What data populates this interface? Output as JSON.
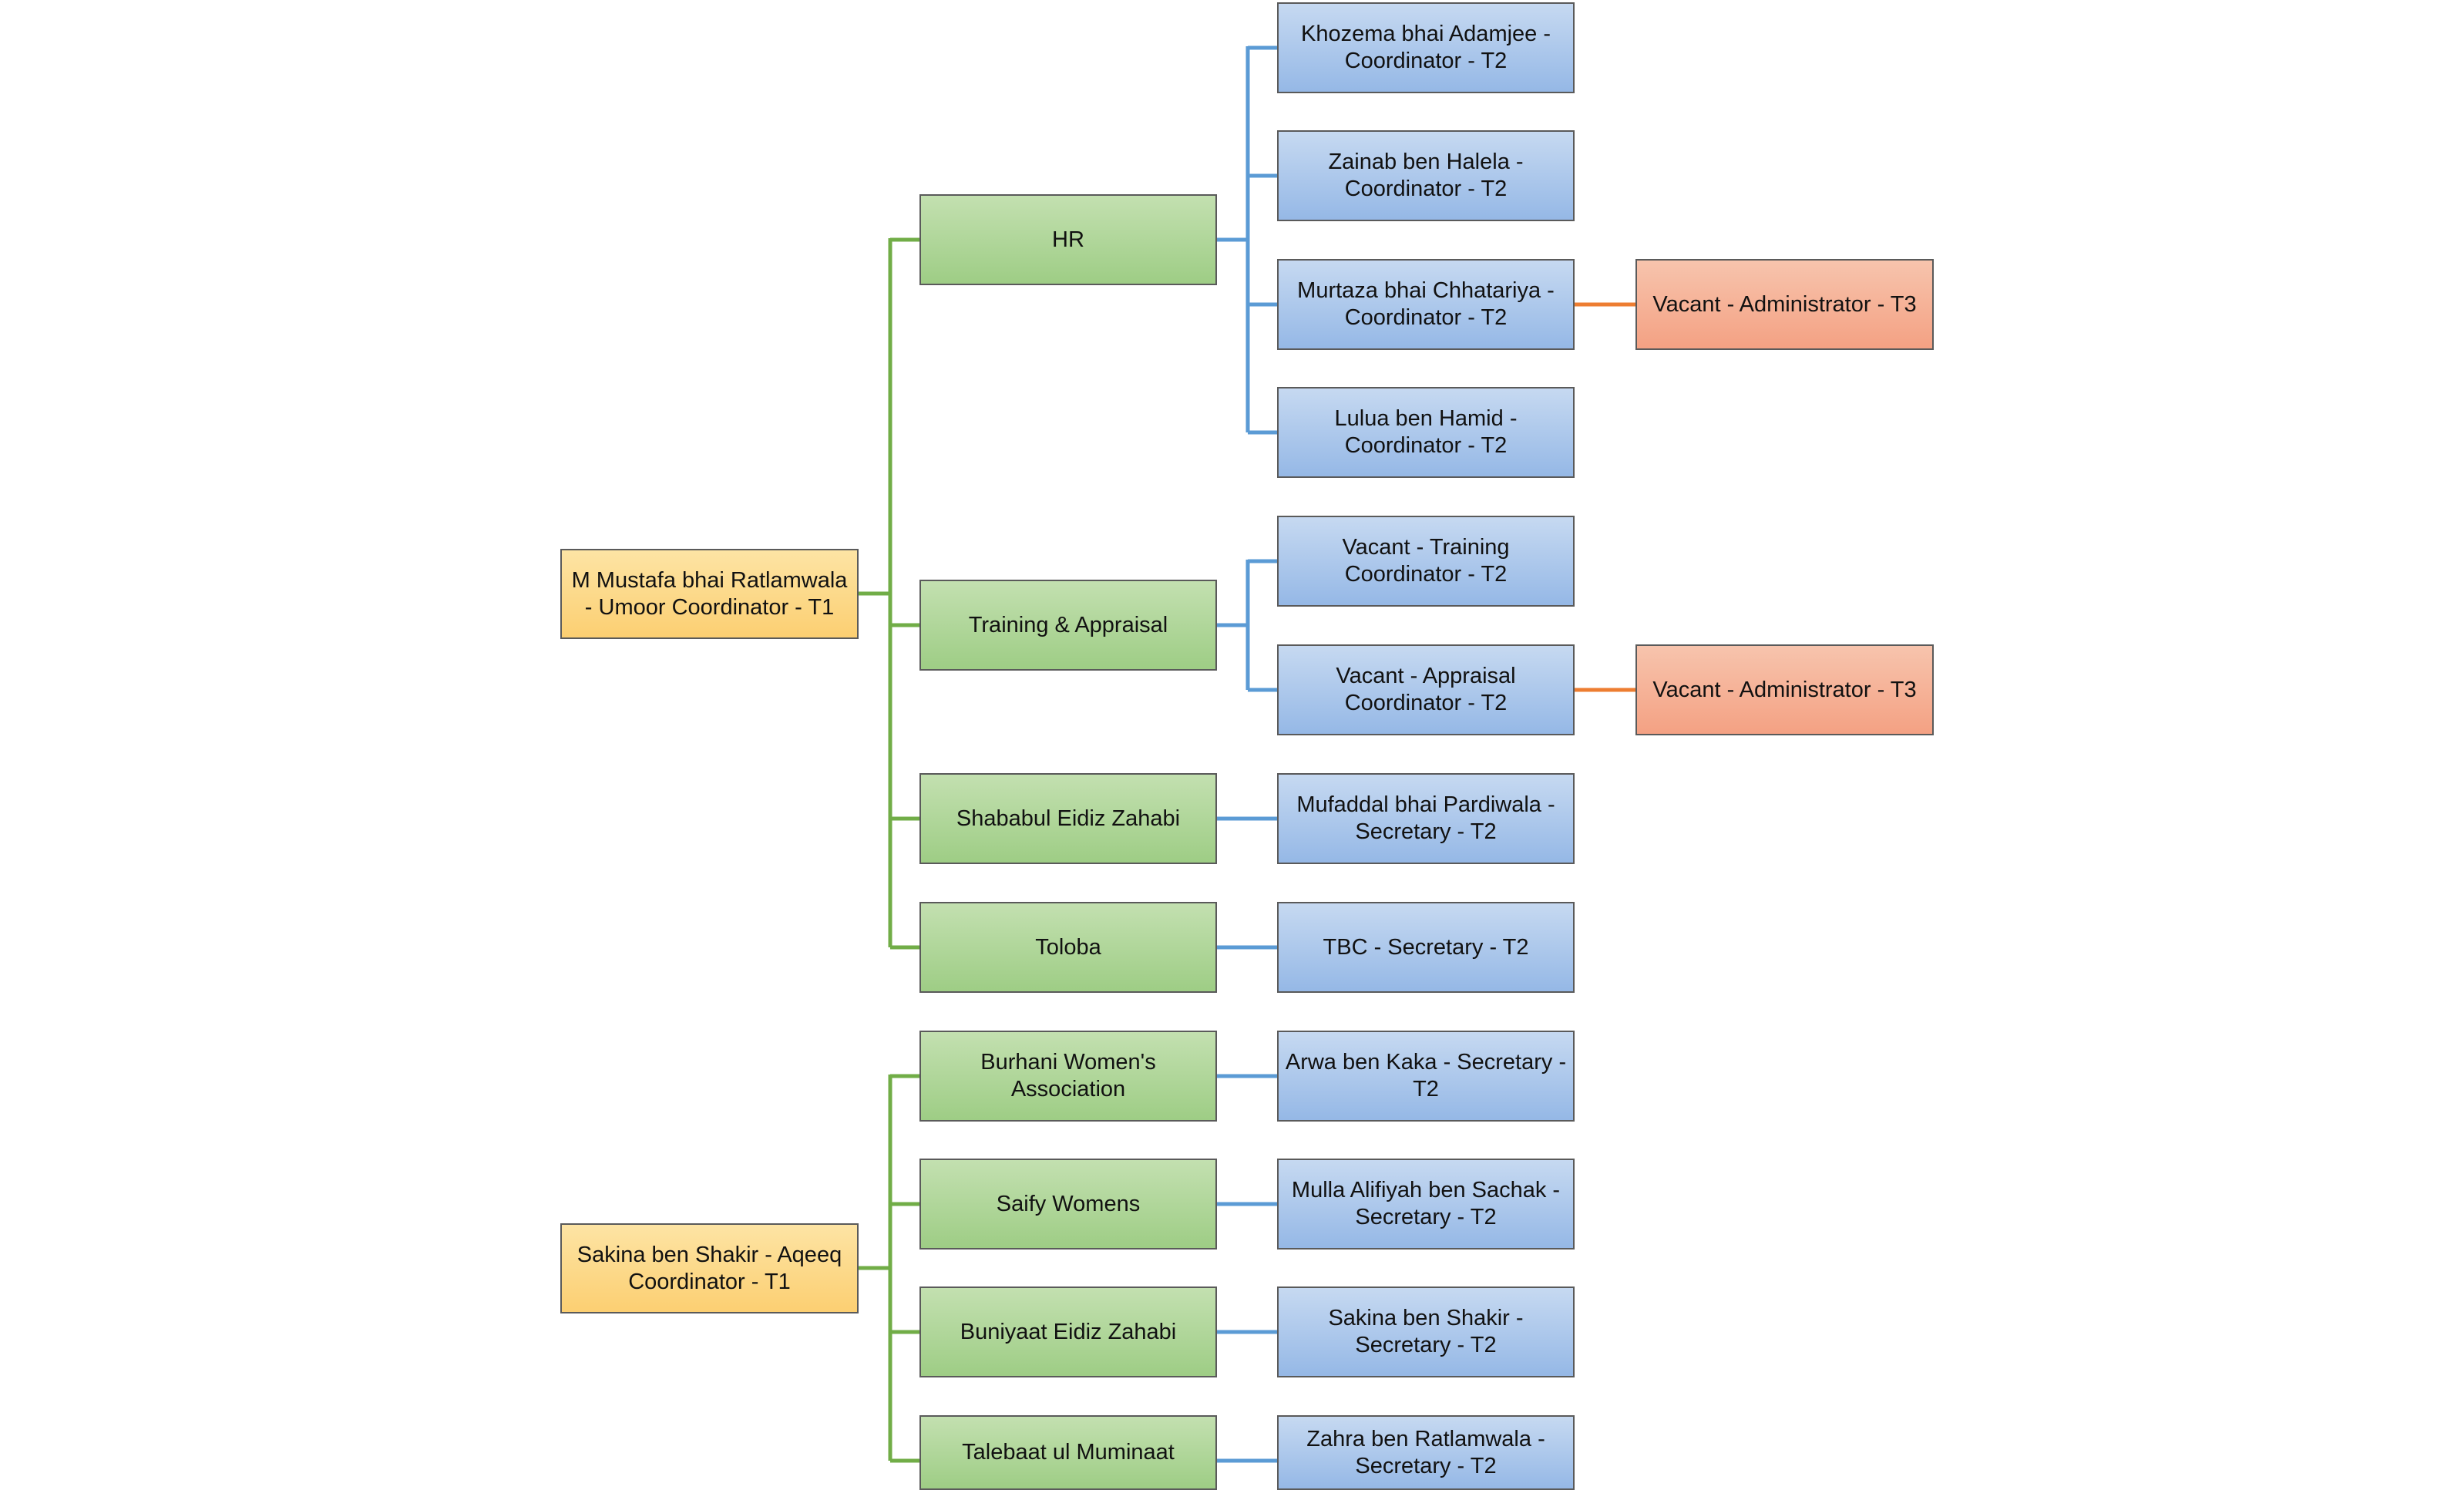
{
  "colors": {
    "t1_fill": "#fccf72",
    "mid_fill": "#9ecd85",
    "t2_fill": "#95b8e6",
    "t3_fill": "#f4a183",
    "green_connector": "#71ad47",
    "blue_connector": "#5b9bd5",
    "orange_connector": "#ed7d31",
    "box_border": "#5a5a5a"
  },
  "nodes": {
    "umoor": "M Mustafa bhai Ratlamwala - Umoor Coordinator - T1",
    "aqeeq": "Sakina ben Shakir - Aqeeq Coordinator - T1",
    "hr": "HR",
    "training": "Training & Appraisal",
    "shababul": "Shababul Eidiz Zahabi",
    "toloba": "Toloba",
    "burhani": "Burhani Women's Association",
    "saify": "Saify Womens",
    "buniyaat": "Buniyaat Eidiz Zahabi",
    "talebaat": "Talebaat ul Muminaat",
    "khozema": "Khozema bhai Adamjee - Coordinator - T2",
    "zainab": "Zainab ben Halela - Coordinator - T2",
    "murtaza": "Murtaza bhai Chhatariya - Coordinator - T2",
    "lulua": "Lulua ben Hamid - Coordinator - T2",
    "vacant_training": "Vacant - Training Coordinator - T2",
    "vacant_appraisal": "Vacant - Appraisal Coordinator - T2",
    "mufaddal": "Mufaddal bhai Pardiwala - Secretary - T2",
    "tbc": "TBC - Secretary - T2",
    "arwa": "Arwa ben Kaka - Secretary - T2",
    "alifiyah": "Mulla Alifiyah ben Sachak - Secretary - T2",
    "sakina_sec": "Sakina ben Shakir - Secretary - T2",
    "zahra": "Zahra ben Ratlamwala - Secretary - T2",
    "admin_1": "Vacant - Administrator - T3",
    "admin_2": "Vacant - Administrator - T3"
  }
}
